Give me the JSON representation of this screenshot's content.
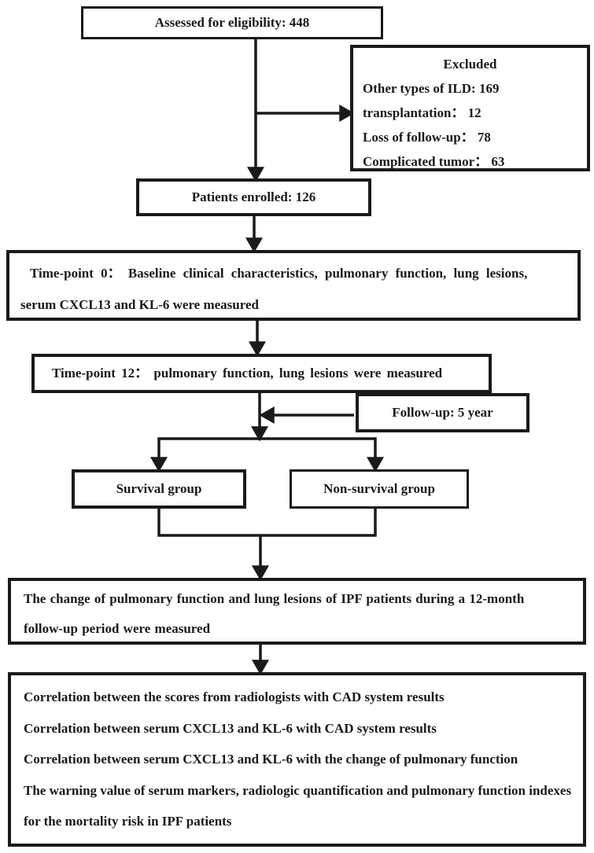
{
  "figure": {
    "type": "study-flowchart",
    "background_color": "#ffffff",
    "line_color": "#1a1a1a"
  },
  "boxes": {
    "assessed": {
      "text": "Assessed for eligibility: 448"
    },
    "excluded": {
      "title": "Excluded",
      "lines": [
        "Other types of ILD: 169",
        "transplantation： 12",
        "Loss of follow-up： 78",
        "Complicated tumor： 63"
      ]
    },
    "enrolled": {
      "text": "Patients enrolled: 126"
    },
    "timepoint0": {
      "line1": "Time-point 0： Baseline clinical characteristics, pulmonary function, lung lesions,",
      "line2": "serum CXCL13 and KL-6 were measured"
    },
    "timepoint12": {
      "text": "Time-point 12： pulmonary function, lung lesions were measured"
    },
    "followup": {
      "text": "Follow-up: 5 year"
    },
    "survival": {
      "text": "Survival group"
    },
    "nonsurvival": {
      "text": "Non-survival group"
    },
    "change": {
      "line1": "The change of pulmonary function and lung lesions of IPF patients during a 12-month",
      "line2": "follow-up period were measured"
    },
    "results": {
      "lines": [
        "Correlation between the scores from radiologists with CAD system results",
        "Correlation between serum CXCL13 and KL-6 with CAD system results",
        "Correlation between serum CXCL13 and KL-6 with the change of pulmonary function",
        "The warning value of serum markers, radiologic quantification and pulmonary function indexes for the mortality risk in IPF patients"
      ]
    }
  }
}
